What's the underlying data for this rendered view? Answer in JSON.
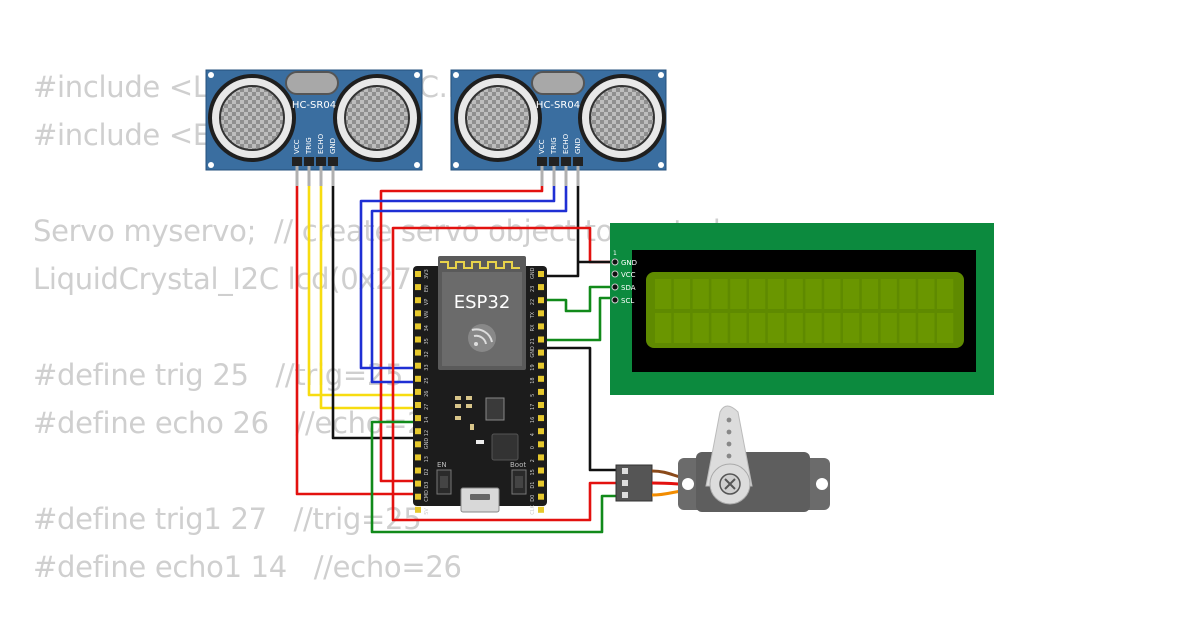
{
  "code_lines": [
    "#include <LiquidCrystal_I2C.h>",
    "#include <ESP32Servo.h>",
    "",
    "Servo myservo;  // create servo object to control a servo",
    "LiquidCrystal_I2C lcd(0x27, 16, 2);",
    "",
    "#define trig 25   //trig=25",
    "#define echo 26   //echo=26",
    "",
    "#define trig1 27   //trig=25",
    "#define echo1 14   //echo=26"
  ],
  "sensors": [
    {
      "label": "HC-SR04",
      "pins": [
        "VCC",
        "TRIG",
        "ECHO",
        "GND"
      ]
    },
    {
      "label": "HC-SR04",
      "pins": [
        "VCC",
        "TRIG",
        "ECHO",
        "GND"
      ]
    }
  ],
  "esp32": {
    "label": "ESP32",
    "left_pins": [
      "3V3",
      "EN",
      "VP",
      "VN",
      "34",
      "35",
      "32",
      "33",
      "25",
      "26",
      "27",
      "14",
      "12",
      "GND",
      "13",
      "D2",
      "D3",
      "CMD",
      "5V"
    ],
    "right_pins": [
      "GND",
      "23",
      "22",
      "TX",
      "RX",
      "21",
      "GND",
      "19",
      "18",
      "5",
      "17",
      "16",
      "4",
      "0",
      "2",
      "15",
      "D1",
      "D0",
      "CLK"
    ],
    "button_en": "EN",
    "button_boot": "Boot"
  },
  "lcd": {
    "pins": [
      "GND",
      "VCC",
      "SDA",
      "SCL"
    ],
    "pin1_marker": "1",
    "colors": {
      "board": "#0c8a3e",
      "bezel": "#000000",
      "screen": "#5f8a00"
    }
  },
  "wire_colors": {
    "red": "#e3110f",
    "yellow": "#f7dc10",
    "blue": "#1f2fd4",
    "black": "#111111",
    "green": "#118a1a",
    "orange": "#f28c00",
    "brown": "#8a4a1a"
  }
}
